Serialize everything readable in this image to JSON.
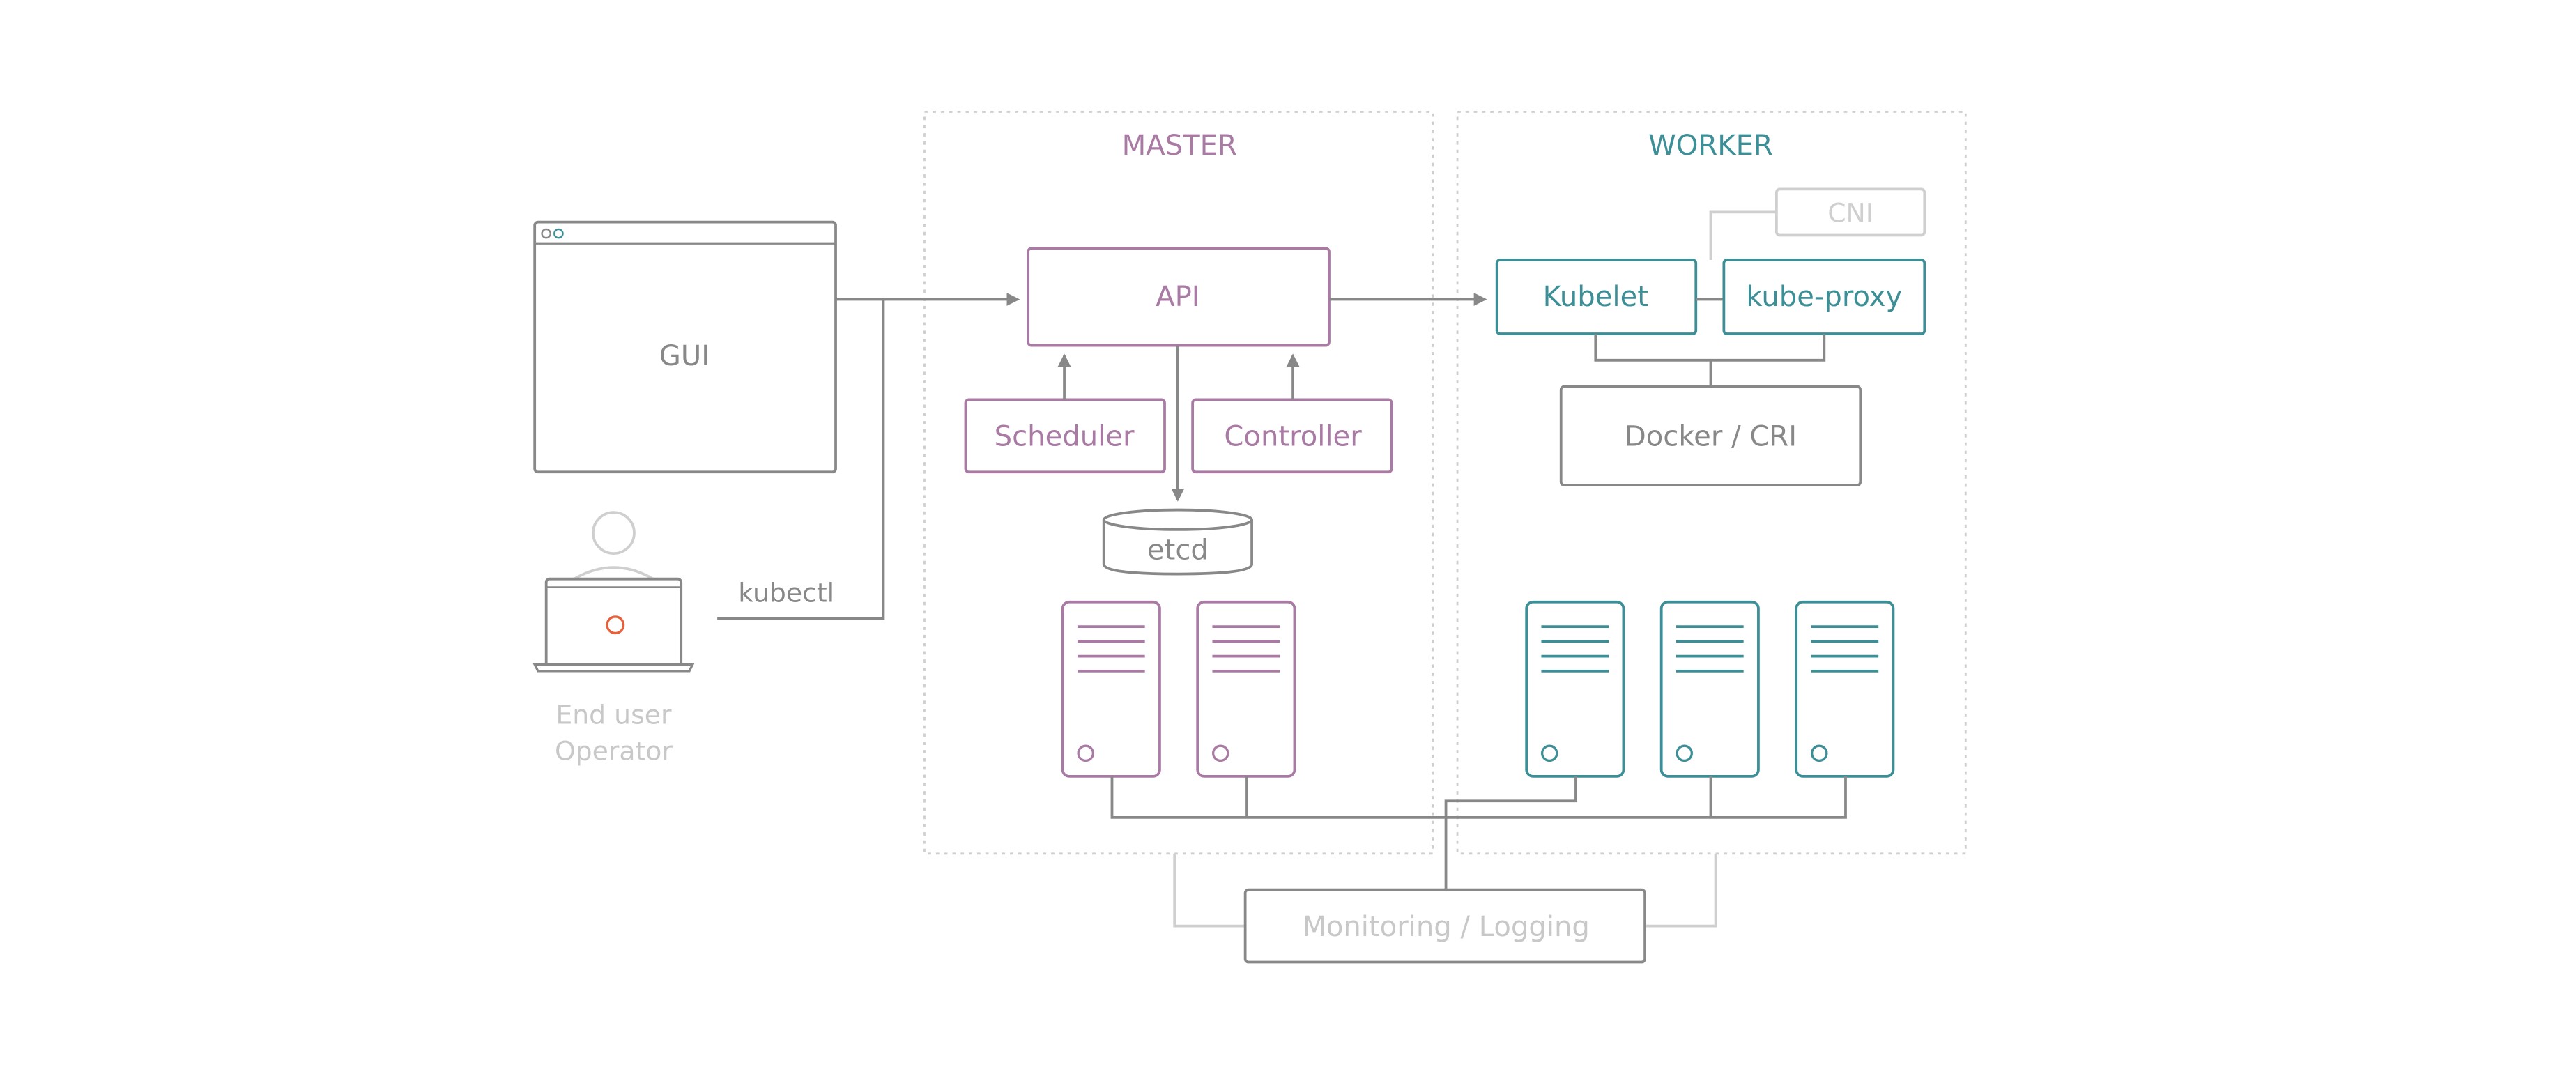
{
  "colors": {
    "master": "#a97aa3",
    "worker": "#3d8f97",
    "gray": "#888888",
    "light": "#cfcfcf",
    "accent": "#e8603a"
  },
  "master": {
    "title": "MASTER",
    "api": "API",
    "scheduler": "Scheduler",
    "controller": "Controller",
    "etcd": "etcd"
  },
  "worker": {
    "title": "WORKER",
    "cni": "CNI",
    "kubelet": "Kubelet",
    "kube_proxy": "kube-proxy",
    "runtime": "Docker / CRI"
  },
  "client": {
    "gui": "GUI",
    "kubectl": "kubectl",
    "user_line1": "End user",
    "user_line2": "Operator"
  },
  "monitoring": "Monitoring / Logging"
}
